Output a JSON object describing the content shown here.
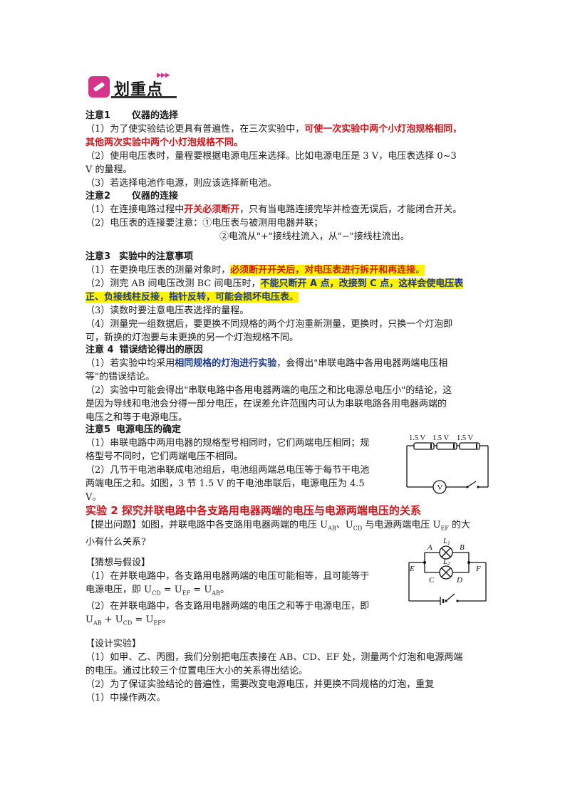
{
  "header": {
    "badge_text": "划重点"
  },
  "note1": {
    "title": "注意1",
    "subtitle": "仪器的选择",
    "l1a": "（1）为了使实验结论更具有普遍性，在三次实验中，",
    "l1b": "可使一次实验中两个小灯泡规格相同，",
    "l2": "其他两次实验中两个小灯泡规格不同。",
    "l3": "（2）使用电压表时，量程要根据电源电压来选择。比如电源电压是 3 V，电压表选择 0~3",
    "l4": "V 的量程。",
    "l5": "（3）若选择电池作电源，则应该选择新电池。"
  },
  "note2": {
    "title": "注意2",
    "subtitle": "仪器的连接",
    "l1a": "（1）在连接电路过程中",
    "l1b": "开关必须断开",
    "l1c": "，只有当电路连接完毕并检查无误后，才能闭合开关。",
    "l2": "（2）电压表的连接要注意：①电压表与被测用电器并联；",
    "l3": "②电流从\"+\"接线柱流入，从\"−\"接线柱流出。"
  },
  "note3": {
    "title": "注意3",
    "subtitle": "实验中的注意事项",
    "l1a": "（1）在更换电压表的测量对象时，",
    "l1b": "必须断开开关后，对电压表进行拆开和再连接",
    "l1c": "。",
    "l2a": "（2）测完 AB 间电压改测 BC 间电压时，",
    "l2b": "不能只断开 A 点，改接到 C 点，这样会使电压表",
    "l3": "正、负接线柱反接，指针反转，可能会损坏电压表",
    "l3b": "。",
    "l4": "（3）读数时要注意电压表选择的量程。",
    "l5": "（4）测量完一组数据后，要更换不同规格的两个灯泡重新测量，更换时，只换一个灯泡即",
    "l6": "可，新换的灯泡要与未更换的另一个灯泡规格不同。"
  },
  "note4": {
    "title": "注意 4",
    "subtitle": "错误结论得出的原因",
    "l1a": "（1）若实验中均采用",
    "l1b": "相同规格的灯泡进行实验",
    "l1c": "，会得出\"串联电路中各用电器两端电压相",
    "l2": "等\"的错误结论。",
    "l3": "（2）实验中可能会得出\"串联电路中各用电器两端的电压之和比电源总电压小\"的结论，这",
    "l4": "是因为导线和电池会分得一部分电压，在误差允许范围内可认为串联电路各用电器两端的",
    "l5": "电压之和等于电源电压。"
  },
  "note5": {
    "title": "注意5",
    "subtitle": "电源电压的确定",
    "l1": "（1）串联电路中两用电器的规格型号相同时，它们两端电压相同；规",
    "l2": "格型号不同时，它们两端电压不相同。",
    "l3": "（2）几节干电池串联成电池组后，电池组两端总电压等于每节干电池",
    "l4": "两端电压之和。如图，3 节 1.5 V 的干电池串联后，电源电压为 4.5",
    "l5": "V。"
  },
  "fig1": {
    "cell_label": "1.5 V",
    "meter_label": "V"
  },
  "exp2": {
    "title": "实验 2  探究并联电路中各支路用电器两端的电压与电源两端电压的关系",
    "q1": "【提出问题】如图，并联电路中各支路用电器两端的电压 U",
    "q1_ab": "AB",
    "q1b": "、U",
    "q1_cd": "CD",
    "q1c": " 与电源两端电压 U",
    "q1_ef": "EF",
    "q1d": " 的大",
    "q2": "小有什么关系?",
    "h_title": "【猜想与假设】",
    "h1": "（1）在并联电路中，各支路用电器两端的电压可能相等，且可能等于",
    "h2a": "电源电压，即 U",
    "h2_cd": "CD",
    "h2b": " = U",
    "h2_ef": "EF",
    "h2c": " = U",
    "h2_ab": "AB",
    "h2d": "。",
    "h3": "（2）在并联电路中，各支路用电器两端的电压之和等于电源电压，即",
    "h4a": "U",
    "h4_ab": "AB",
    "h4b": " + U",
    "h4_cd": "CD",
    "h4c": " = U",
    "h4_ef": "EF",
    "h4d": "。",
    "d_title": "【设计实验】",
    "d1": "（1）如甲、乙、丙图，我们分别把电压表接在 AB、CD、EF 处，测量两个灯泡和电源两端",
    "d2": "的电压。通过比较三个位置电压大小的关系得出结论。",
    "d3": "（2）为了保证实验结论的普遍性，需要改变电源电压，并更换不同规格的灯泡，重复",
    "d4": "（1）中操作两次。"
  },
  "fig2": {
    "A": "A",
    "B": "B",
    "C": "C",
    "D": "D",
    "E": "E",
    "F": "F",
    "L1": "L",
    "L1sub": "1",
    "L2": "L",
    "L2sub": "2"
  }
}
